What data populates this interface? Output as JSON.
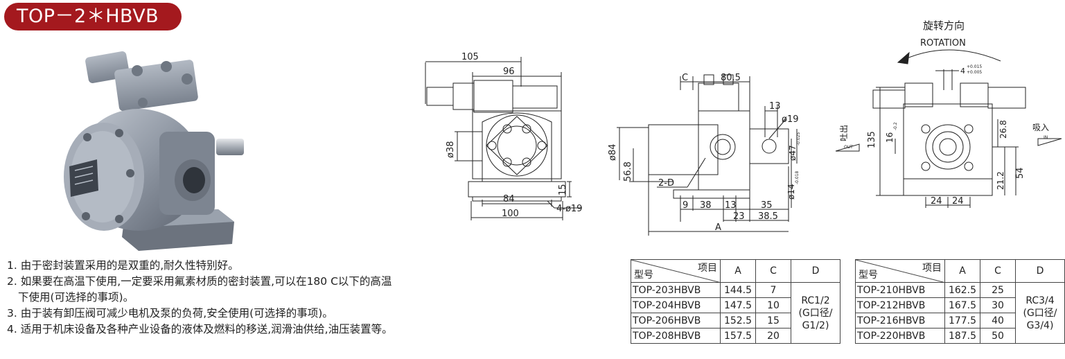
{
  "title": "TOP－2＊HBVB",
  "drawing1": {
    "dims": [
      "105",
      "96",
      "ø38",
      "15",
      "84",
      "100",
      "4-ø19"
    ]
  },
  "drawing2": {
    "dims": [
      "C",
      "80.5",
      "13",
      "ø19",
      "ø84",
      "56.8",
      "2-D",
      "9",
      "38",
      "13",
      "35",
      "23",
      "38.5",
      "A"
    ],
    "shaft_dia": "ø47",
    "shaft_dia_tol": "-0.025",
    "bore_dia": "ø14",
    "bore_dia_tol": "-0.018"
  },
  "drawing3": {
    "rotation_cn": "旋转方向",
    "rotation_en": "ROTATION",
    "key": "4",
    "key_tol_top": "+0.015",
    "key_tol_bot": "+0.005",
    "outlet_cn": "吐出",
    "outlet_en": "OUT",
    "inlet_cn": "吸入",
    "inlet_en": "IN",
    "dims": [
      "135",
      "16",
      "-0.2",
      "26.8",
      "21.2",
      "54",
      "24",
      "24"
    ]
  },
  "features": [
    "1. 由于密封装置采用的是双重的,耐久性特别好。",
    "2. 如果要在高温下使用,一定要采用氟素材质的密封装置,可以在180 C以下的高温",
    "下使用(可选择的事项)。",
    "3. 由于装有卸压阀可减少电机及泵的负荷,安全使用(可选择的事项)。",
    "4. 适用于机床设备及各种产业设备的液体及燃料的移送,润滑油供给,油压装置等。"
  ],
  "table_headers": {
    "item": "项目",
    "model": "型号",
    "a": "A",
    "c": "C",
    "d": "D"
  },
  "table1": {
    "rows": [
      {
        "model": "TOP-203HBVB",
        "a": "144.5",
        "c": "7"
      },
      {
        "model": "TOP-204HBVB",
        "a": "147.5",
        "c": "10"
      },
      {
        "model": "TOP-206HBVB",
        "a": "152.5",
        "c": "15"
      },
      {
        "model": "TOP-208HBVB",
        "a": "157.5",
        "c": "20"
      }
    ],
    "d_lines": [
      "RC1/2",
      "(G口径/",
      "G1/2)"
    ]
  },
  "table2": {
    "rows": [
      {
        "model": "TOP-210HBVB",
        "a": "162.5",
        "c": "25"
      },
      {
        "model": "TOP-212HBVB",
        "a": "167.5",
        "c": "30"
      },
      {
        "model": "TOP-216HBVB",
        "a": "177.5",
        "c": "40"
      },
      {
        "model": "TOP-220HBVB",
        "a": "187.5",
        "c": "50"
      }
    ],
    "d_lines": [
      "RC3/4",
      "(G口径/",
      "G3/4)"
    ]
  }
}
